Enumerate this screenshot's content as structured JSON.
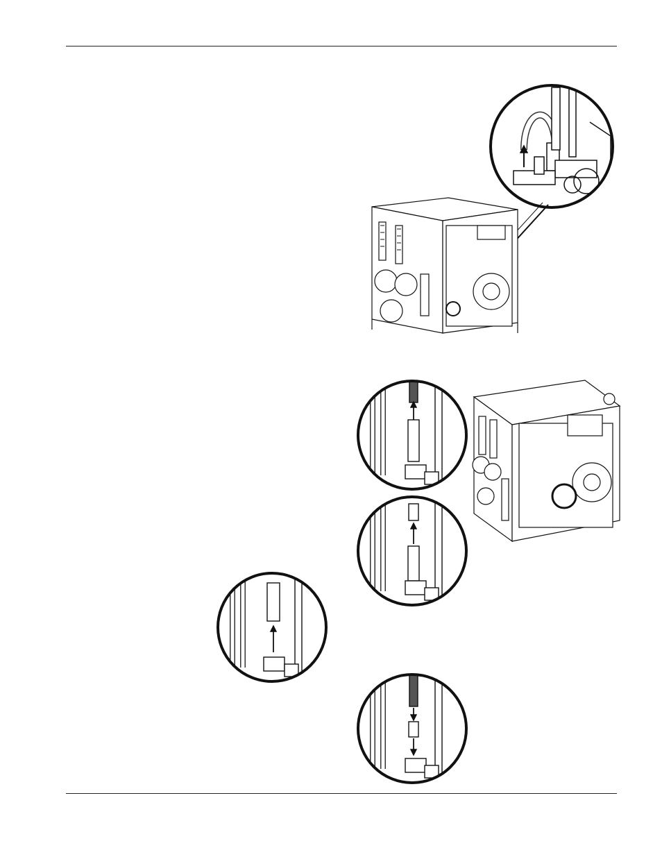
{
  "page": {
    "header_rule": true,
    "footer_rule": true
  },
  "figures": [
    {
      "name": "bypass-valve-detail"
    },
    {
      "name": "unit-rear-view-top"
    },
    {
      "name": "unit-rear-view-bottom"
    },
    {
      "name": "filter-step-1"
    },
    {
      "name": "filter-step-2"
    },
    {
      "name": "filter-step-3"
    },
    {
      "name": "filter-step-4"
    }
  ],
  "colors": {
    "ink": "#111111",
    "paper": "#ffffff",
    "hose": "#555555"
  }
}
